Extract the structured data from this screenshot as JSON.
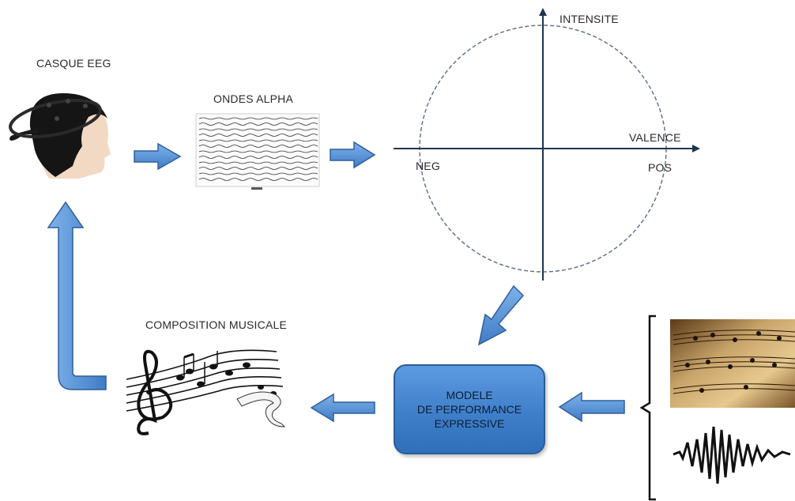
{
  "labels": {
    "eeg_headset": "CASQUE EEG",
    "alpha_waves": "ONDES ALPHA",
    "intensity": "INTENSITE",
    "valence": "VALENCE",
    "negative": "NEG",
    "positive": "POS",
    "musical_composition": "COMPOSITION MUSICALE"
  },
  "model_box": {
    "line1": "MODELE",
    "line2": "DE PERFORMANCE",
    "line3": "EXPRESSIVE"
  },
  "colors": {
    "arrow_fill": "#5b97d8",
    "arrow_stroke": "#2f5f9a",
    "box_fill": "#4a88d2",
    "axis": "#1f3450",
    "circle": "#5a6b85"
  }
}
